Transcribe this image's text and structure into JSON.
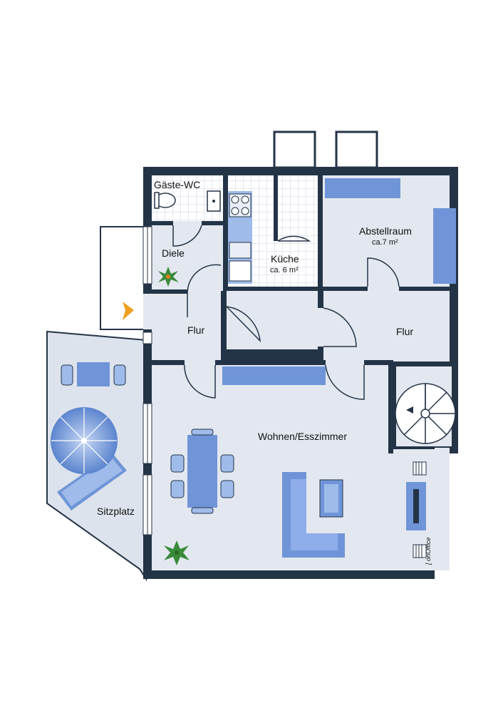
{
  "plan": {
    "rooms": {
      "gaeste_wc": {
        "name": "Gäste-WC"
      },
      "diele": {
        "name": "Diele"
      },
      "kueche": {
        "name": "Küche",
        "area": "ca. 6 m²"
      },
      "abstellraum": {
        "name": "Abstellraum",
        "area": "ca.7 m²"
      },
      "flur_left": {
        "name": "Flur"
      },
      "flur_right": {
        "name": "Flur"
      },
      "wohnen": {
        "name": "Wohnen/Esszimmer"
      },
      "sitzplatz": {
        "name": "Sitzplatz"
      }
    },
    "watermark": "[ onOffice"
  },
  "colors": {
    "wall": "#243447",
    "floor": "#e3e8f0",
    "tile": "#ffffff",
    "furniture": "#6f95d8",
    "furniture_light": "#9fbbe9",
    "terrace": "#dde3ec",
    "entry_marker": "#f0a020",
    "plant": "#3a8a3a"
  }
}
